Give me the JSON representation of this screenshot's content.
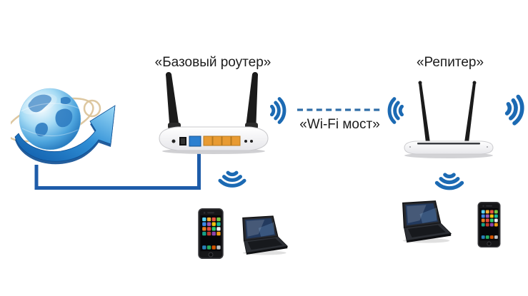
{
  "labels": {
    "base_router": "«Базовый роутер»",
    "wifi_bridge": "«Wi-Fi мост»",
    "repeater": "«Репитер»"
  },
  "colors": {
    "wifi": "#1c6ab3",
    "cable": "#1e5ca9",
    "dash": "#2f6da8",
    "ink": "#1c1c1c",
    "lan": "#e89b33",
    "wan": "#2b7fd0"
  },
  "icons": {
    "internet": "globe-with-swoosh-arrow-icon",
    "wifi_signal": "wifi-waves-icon",
    "base_router_device": "router-back-view-two-antennas",
    "repeater_device": "router-front-view-two-antennas",
    "clients": [
      "smartphone-icon",
      "laptop-icon"
    ],
    "wired_link": "blue-ethernet-cable-line",
    "wireless_link": "blue-dashed-bridge-line"
  }
}
